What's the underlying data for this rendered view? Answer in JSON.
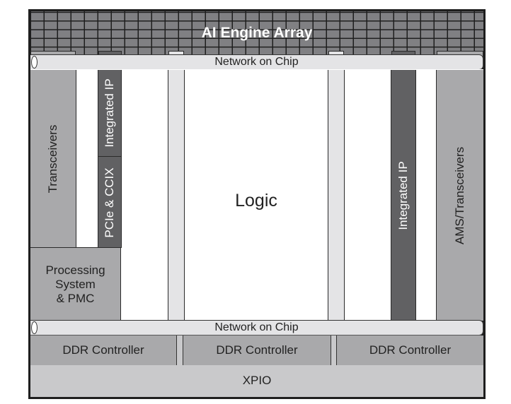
{
  "diagram": {
    "ai_engine_array": {
      "label": "AI Engine Array"
    },
    "noc_top": {
      "label": "Network on Chip"
    },
    "noc_bottom": {
      "label": "Network on Chip"
    },
    "transceivers_left": {
      "label": "Transceivers"
    },
    "integrated_ip_left": {
      "label": "Integrated IP"
    },
    "pcie_ccix": {
      "label": "PCIe & CCIX"
    },
    "processing_system": {
      "lines": [
        "Processing",
        "System",
        "& PMC"
      ]
    },
    "logic": {
      "label": "Logic"
    },
    "integrated_ip_right": {
      "label": "Integrated  IP"
    },
    "ams_transceivers": {
      "label": "AMS/Transceivers"
    },
    "ddr_controllers": [
      {
        "label": "DDR Controller"
      },
      {
        "label": "DDR Controller"
      },
      {
        "label": "DDR Controller"
      }
    ],
    "xpio": {
      "label": "XPIO"
    },
    "colors": {
      "frame": "#1e1e1e",
      "aie_grid": "#808083",
      "light_gray_block": "#a9a9ab",
      "dark_gray_block": "#616163",
      "noc": "#e4e4e6",
      "xpio": "#c9c9cb"
    }
  }
}
